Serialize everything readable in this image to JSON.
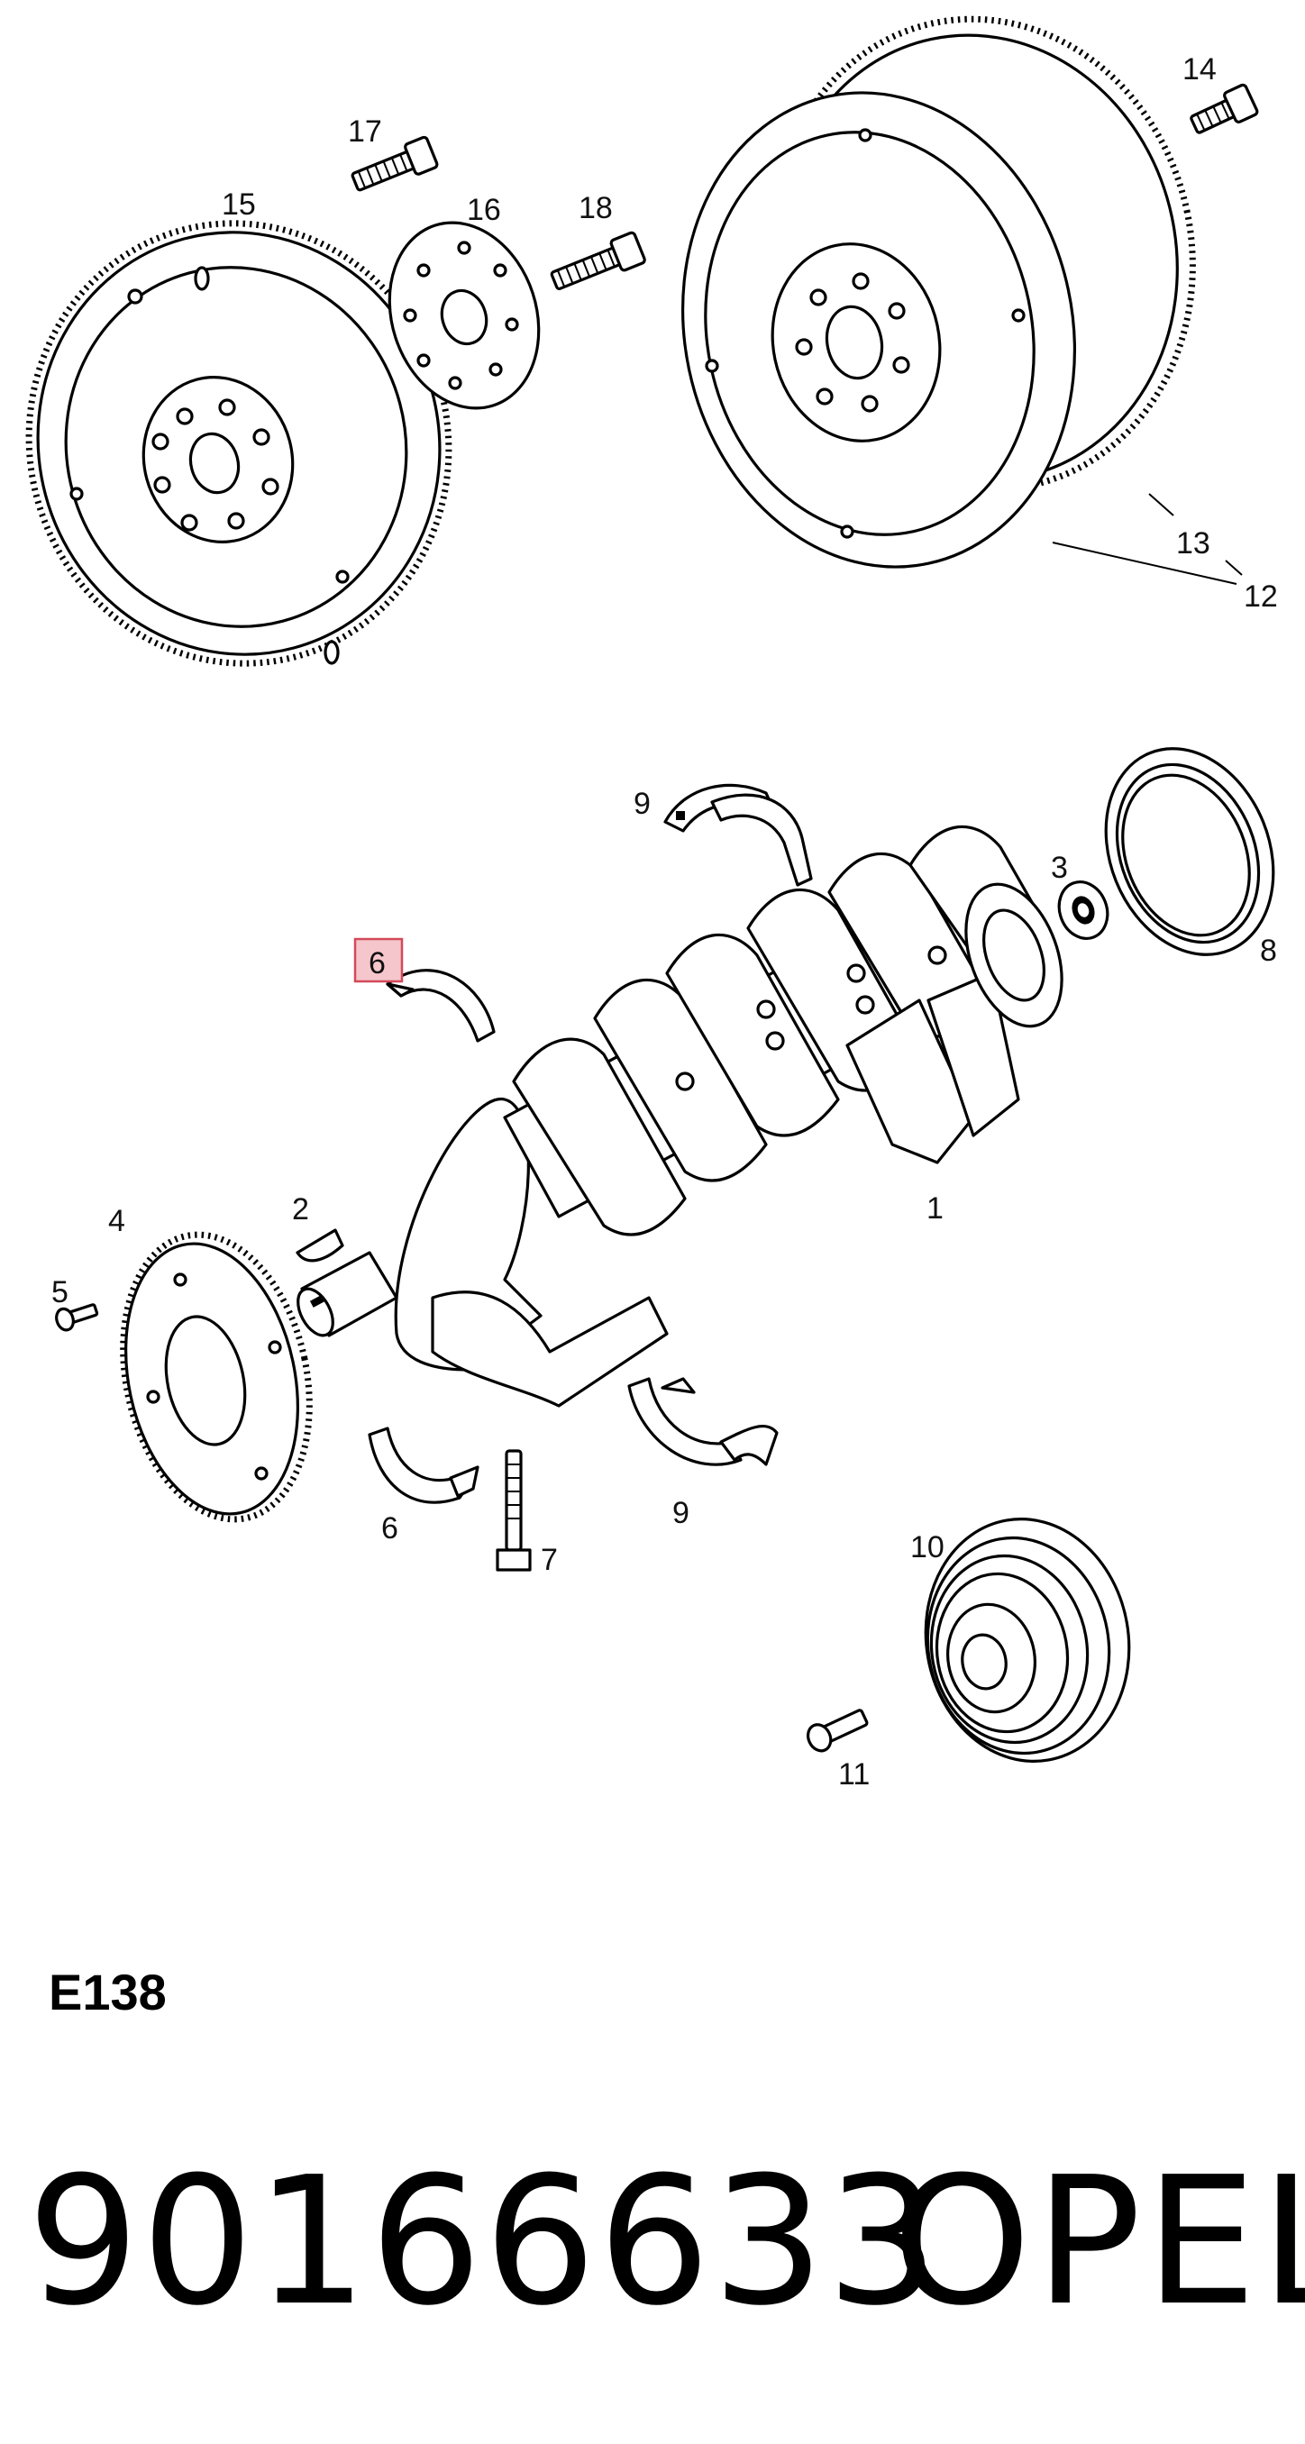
{
  "callouts": {
    "c1": "1",
    "c2": "2",
    "c3": "3",
    "c4": "4",
    "c5": "5",
    "c6_top": "6",
    "c6_bottom": "6",
    "c7": "7",
    "c8": "8",
    "c9_top": "9",
    "c9_bottom": "9",
    "c10": "10",
    "c11": "11",
    "c12": "12",
    "c13": "13",
    "c14": "14",
    "c15": "15",
    "c16": "16",
    "c17": "17",
    "c18": "18"
  },
  "highlighted_callout": "6",
  "colors": {
    "highlight_fill": "#f5c6cc",
    "highlight_border": "#d24a5a",
    "line": "#000000"
  },
  "diagram_code": "E138",
  "part_number": "90166633",
  "brand": "OPEL"
}
